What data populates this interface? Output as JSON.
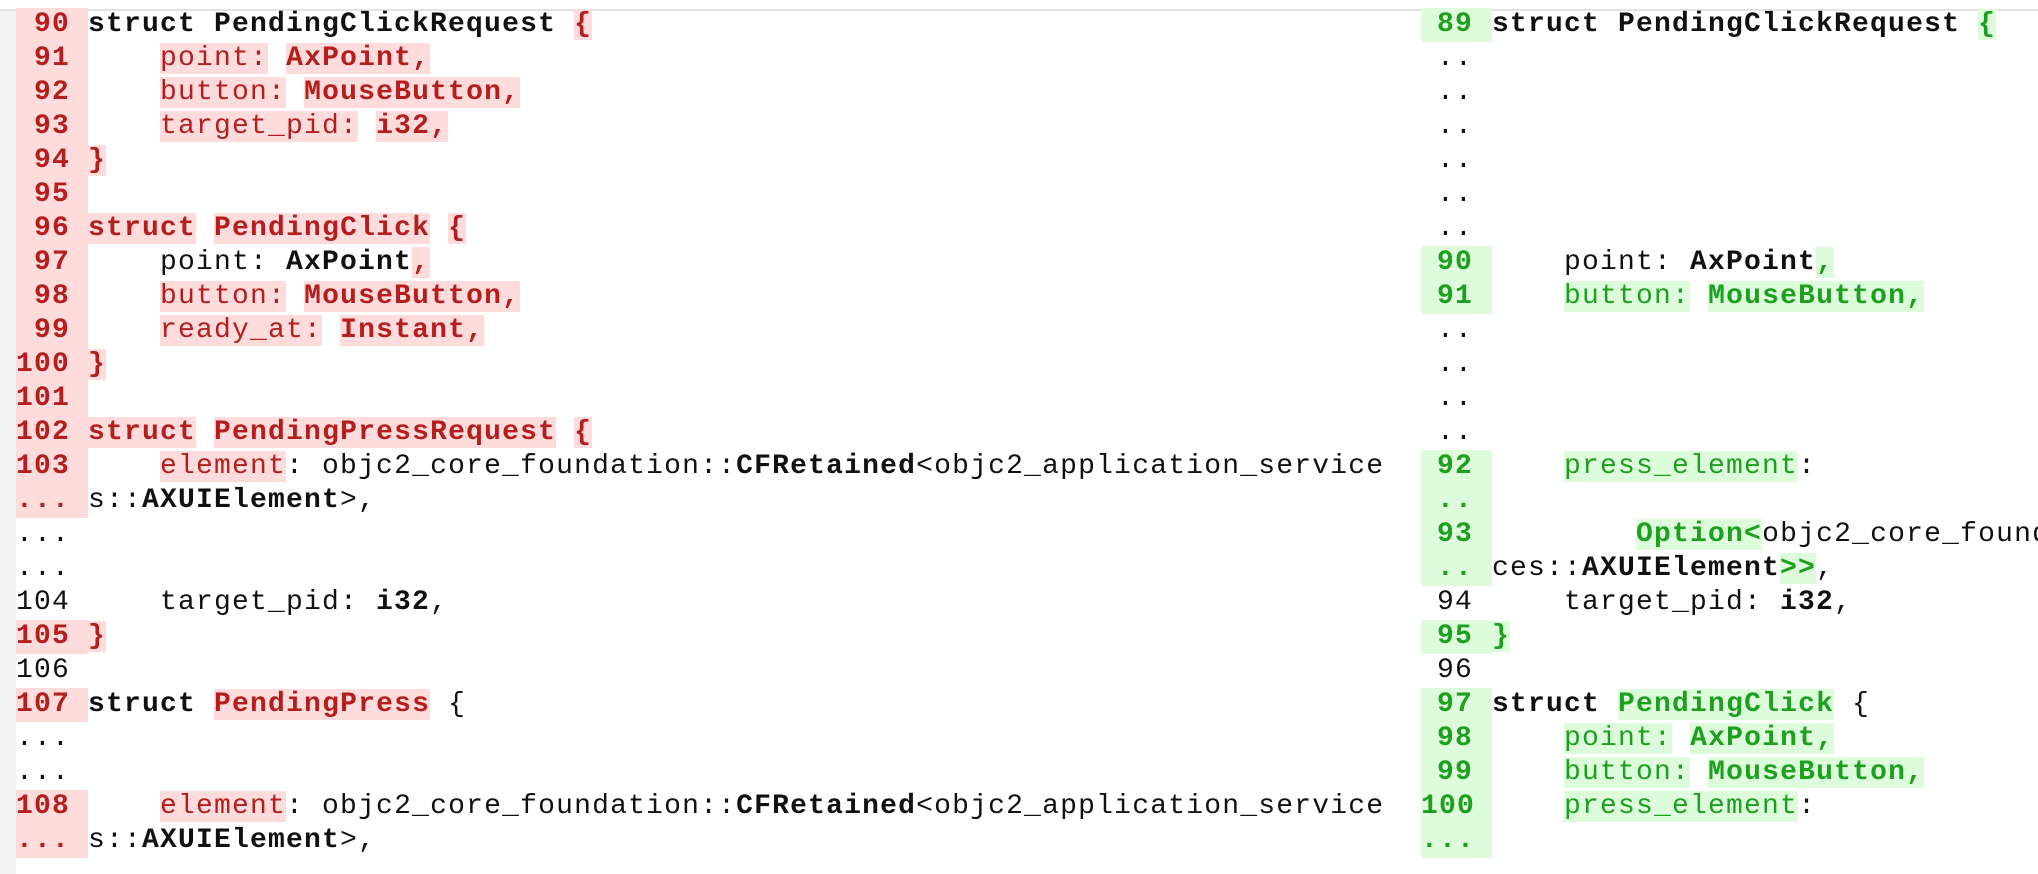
{
  "colors": {
    "deleted_text": "#b41e1e",
    "deleted_bg": "#ffdcdc",
    "added_text": "#1f9f1f",
    "added_bg": "#dcfcdc"
  },
  "left": [
    {
      "num": "90",
      "hl": true,
      "segs": [
        [
          "struct PendingClickRequest",
          "b"
        ],
        [
          " ",
          "p"
        ],
        [
          "{",
          "D"
        ]
      ]
    },
    {
      "num": "91",
      "hl": true,
      "segs": [
        [
          "    ",
          "p"
        ],
        [
          "point:",
          "d"
        ],
        [
          " ",
          "p"
        ],
        [
          "AxPoint,",
          "D"
        ]
      ]
    },
    {
      "num": "92",
      "hl": true,
      "segs": [
        [
          "    ",
          "p"
        ],
        [
          "button:",
          "d"
        ],
        [
          " ",
          "p"
        ],
        [
          "MouseButton,",
          "D"
        ]
      ]
    },
    {
      "num": "93",
      "hl": true,
      "segs": [
        [
          "    ",
          "p"
        ],
        [
          "target_pid:",
          "d"
        ],
        [
          " ",
          "p"
        ],
        [
          "i32,",
          "D"
        ]
      ]
    },
    {
      "num": "94",
      "hl": true,
      "segs": [
        [
          "}",
          "D"
        ]
      ]
    },
    {
      "num": "95",
      "hl": true,
      "segs": []
    },
    {
      "num": "96",
      "hl": true,
      "segs": [
        [
          "struct",
          "D"
        ],
        [
          " ",
          "p"
        ],
        [
          "PendingClick",
          "D"
        ],
        [
          " ",
          "p"
        ],
        [
          "{",
          "D"
        ]
      ]
    },
    {
      "num": "97",
      "hl": true,
      "segs": [
        [
          "    point: ",
          "p"
        ],
        [
          "AxPoint",
          "b"
        ],
        [
          ",",
          "D"
        ]
      ]
    },
    {
      "num": "98",
      "hl": true,
      "segs": [
        [
          "    ",
          "p"
        ],
        [
          "button:",
          "d"
        ],
        [
          " ",
          "p"
        ],
        [
          "MouseButton,",
          "D"
        ]
      ]
    },
    {
      "num": "99",
      "hl": true,
      "segs": [
        [
          "    ",
          "p"
        ],
        [
          "ready_at:",
          "d"
        ],
        [
          " ",
          "p"
        ],
        [
          "Instant,",
          "D"
        ]
      ]
    },
    {
      "num": "100",
      "hl": true,
      "segs": [
        [
          "}",
          "D"
        ]
      ]
    },
    {
      "num": "101",
      "hl": true,
      "segs": []
    },
    {
      "num": "102",
      "hl": true,
      "segs": [
        [
          "struct",
          "D"
        ],
        [
          " ",
          "p"
        ],
        [
          "PendingPressRequest",
          "D"
        ],
        [
          " ",
          "p"
        ],
        [
          "{",
          "D"
        ]
      ]
    },
    {
      "num": "103",
      "hl": true,
      "segs": [
        [
          "    ",
          "p"
        ],
        [
          "element",
          "d"
        ],
        [
          ": objc2_core_foundation::",
          "p"
        ],
        [
          "CFRetained",
          "b"
        ],
        [
          "<objc2_application_service",
          "p"
        ]
      ]
    },
    {
      "num": "...",
      "hl": true,
      "segs": [
        [
          "s::",
          "p"
        ],
        [
          "AXUIElement",
          "b"
        ],
        [
          ">,",
          "p"
        ]
      ]
    },
    {
      "num": "...",
      "hl": false,
      "segs": []
    },
    {
      "num": "...",
      "hl": false,
      "segs": []
    },
    {
      "num": "104",
      "hl": false,
      "segs": [
        [
          "    target_pid: ",
          "p"
        ],
        [
          "i32",
          "b"
        ],
        [
          ",",
          "p"
        ]
      ]
    },
    {
      "num": "105",
      "hl": true,
      "segs": [
        [
          "}",
          "D"
        ]
      ]
    },
    {
      "num": "106",
      "hl": false,
      "segs": []
    },
    {
      "num": "107",
      "hl": true,
      "segs": [
        [
          "struct",
          "b"
        ],
        [
          " ",
          "p"
        ],
        [
          "PendingPress",
          "D"
        ],
        [
          " {",
          "p"
        ]
      ]
    },
    {
      "num": "...",
      "hl": false,
      "segs": []
    },
    {
      "num": "...",
      "hl": false,
      "segs": []
    },
    {
      "num": "108",
      "hl": true,
      "segs": [
        [
          "    ",
          "p"
        ],
        [
          "element",
          "d"
        ],
        [
          ": objc2_core_foundation::",
          "p"
        ],
        [
          "CFRetained",
          "b"
        ],
        [
          "<objc2_application_service",
          "p"
        ]
      ]
    },
    {
      "num": "...",
      "hl": true,
      "segs": [
        [
          "s::",
          "p"
        ],
        [
          "AXUIElement",
          "b"
        ],
        [
          ">,",
          "p"
        ]
      ]
    }
  ],
  "right": [
    {
      "num": "89",
      "hl": true,
      "segs": [
        [
          "struct PendingClickRequest",
          "b"
        ],
        [
          " ",
          "p"
        ],
        [
          "{",
          "A"
        ]
      ]
    },
    {
      "num": "..",
      "hl": false,
      "segs": []
    },
    {
      "num": "..",
      "hl": false,
      "segs": []
    },
    {
      "num": "..",
      "hl": false,
      "segs": []
    },
    {
      "num": "..",
      "hl": false,
      "segs": []
    },
    {
      "num": "..",
      "hl": false,
      "segs": []
    },
    {
      "num": "..",
      "hl": false,
      "segs": []
    },
    {
      "num": "90",
      "hl": true,
      "segs": [
        [
          "    point: ",
          "p"
        ],
        [
          "AxPoint",
          "b"
        ],
        [
          ",",
          "A"
        ]
      ]
    },
    {
      "num": "91",
      "hl": true,
      "segs": [
        [
          "    ",
          "p"
        ],
        [
          "button:",
          "a"
        ],
        [
          " ",
          "p"
        ],
        [
          "MouseButton,",
          "A"
        ]
      ]
    },
    {
      "num": "..",
      "hl": false,
      "segs": []
    },
    {
      "num": "..",
      "hl": false,
      "segs": []
    },
    {
      "num": "..",
      "hl": false,
      "segs": []
    },
    {
      "num": "..",
      "hl": false,
      "segs": []
    },
    {
      "num": "92",
      "hl": true,
      "segs": [
        [
          "    ",
          "p"
        ],
        [
          "press_element",
          "a"
        ],
        [
          ":",
          "p"
        ]
      ]
    },
    {
      "num": "..",
      "hl": true,
      "segs": []
    },
    {
      "num": "93",
      "hl": true,
      "segs": [
        [
          "        ",
          "p"
        ],
        [
          "Option<",
          "A"
        ],
        [
          "objc2_core_found",
          "p"
        ]
      ]
    },
    {
      "num": "..",
      "hl": true,
      "segs": [
        [
          "ces::",
          "p"
        ],
        [
          "AXUIElement",
          "b"
        ],
        [
          ">>",
          "A"
        ],
        [
          ",",
          "p"
        ]
      ]
    },
    {
      "num": "94",
      "hl": false,
      "segs": [
        [
          "    target_pid: ",
          "p"
        ],
        [
          "i32",
          "b"
        ],
        [
          ",",
          "p"
        ]
      ]
    },
    {
      "num": "95",
      "hl": true,
      "segs": [
        [
          "}",
          "A"
        ]
      ]
    },
    {
      "num": "96",
      "hl": false,
      "segs": []
    },
    {
      "num": "97",
      "hl": true,
      "segs": [
        [
          "struct",
          "b"
        ],
        [
          " ",
          "p"
        ],
        [
          "PendingClick",
          "A"
        ],
        [
          " {",
          "p"
        ]
      ]
    },
    {
      "num": "98",
      "hl": true,
      "segs": [
        [
          "    ",
          "p"
        ],
        [
          "point:",
          "a"
        ],
        [
          " ",
          "p"
        ],
        [
          "AxPoint,",
          "A"
        ]
      ]
    },
    {
      "num": "99",
      "hl": true,
      "segs": [
        [
          "    ",
          "p"
        ],
        [
          "button:",
          "a"
        ],
        [
          " ",
          "p"
        ],
        [
          "MouseButton,",
          "A"
        ]
      ]
    },
    {
      "num": "100",
      "hl": true,
      "segs": [
        [
          "    ",
          "p"
        ],
        [
          "press_element",
          "a"
        ],
        [
          ":",
          "p"
        ]
      ]
    },
    {
      "num": "...",
      "hl": true,
      "segs": []
    }
  ]
}
